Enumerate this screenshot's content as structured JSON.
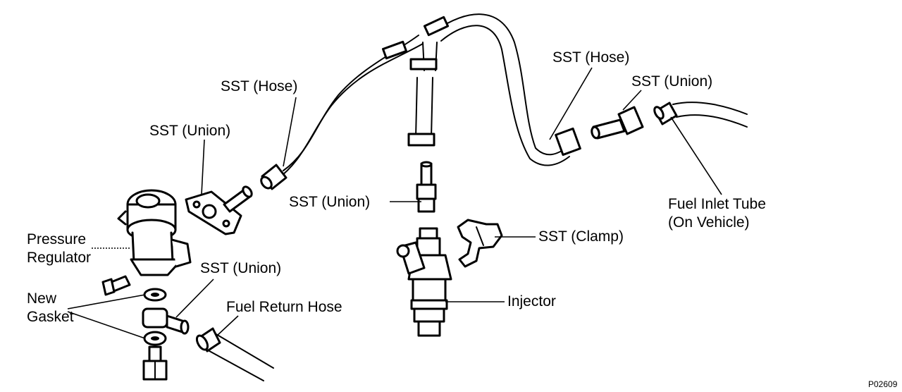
{
  "labels": {
    "sst_hose_left": "SST (Hose)",
    "sst_hose_right": "SST (Hose)",
    "sst_union_top_left": "SST (Union)",
    "sst_union_top_right": "SST (Union)",
    "sst_union_center": "SST (Union)",
    "sst_union_bottom": "SST (Union)",
    "sst_clamp": "SST (Clamp)",
    "pressure_regulator_line1": "Pressure",
    "pressure_regulator_line2": "Regulator",
    "new_gasket_line1": "New",
    "new_gasket_line2": "Gasket",
    "fuel_return_hose": "Fuel Return Hose",
    "injector": "Injector",
    "fuel_inlet_tube_line1": "Fuel Inlet Tube",
    "fuel_inlet_tube_line2": "(On Vehicle)",
    "figure_code": "P02609"
  }
}
